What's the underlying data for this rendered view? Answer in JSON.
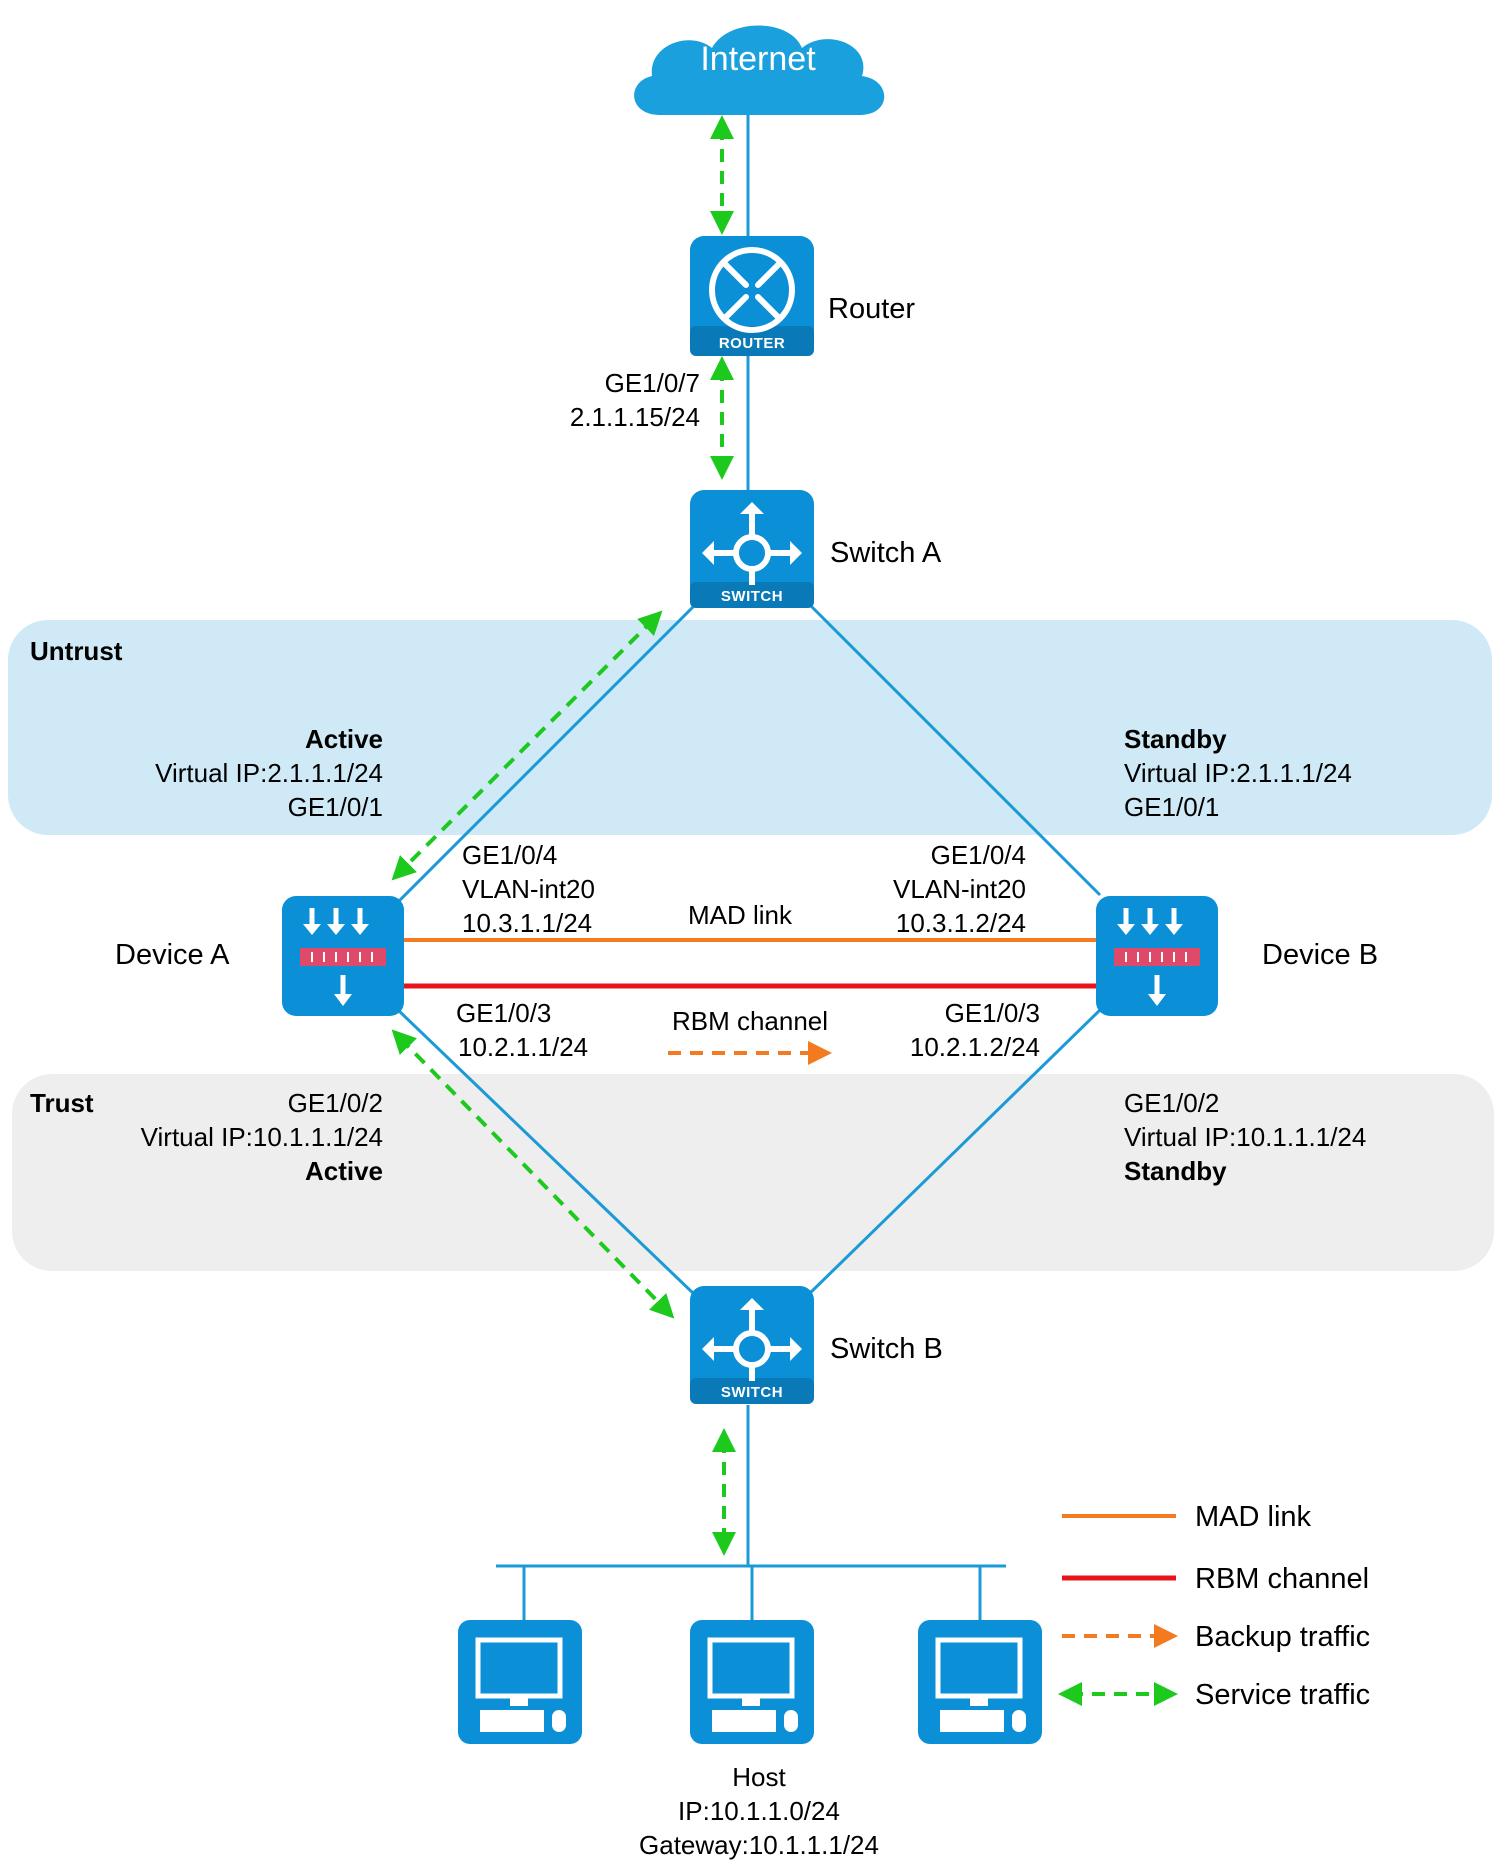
{
  "nodes": {
    "internet": {
      "label": "Internet"
    },
    "router": {
      "label": "Router",
      "badge": "ROUTER",
      "port": "GE1/0/7",
      "ip": "2.1.1.15/24"
    },
    "switch_a": {
      "label": "Switch A",
      "badge": "SWITCH"
    },
    "switch_b": {
      "label": "Switch B",
      "badge": "SWITCH"
    },
    "device_a": {
      "label": "Device A"
    },
    "device_b": {
      "label": "Device B"
    },
    "host": {
      "label": "Host",
      "ip": "IP:10.1.1.0/24",
      "gateway": "Gateway:10.1.1.1/24"
    }
  },
  "zones": {
    "untrust": {
      "label": "Untrust"
    },
    "trust": {
      "label": "Trust"
    }
  },
  "device_a_untrust": {
    "role": "Active",
    "vip": "Virtual IP:2.1.1.1/24",
    "port": "GE1/0/1"
  },
  "device_b_untrust": {
    "role": "Standby",
    "vip": "Virtual IP:2.1.1.1/24",
    "port": "GE1/0/1"
  },
  "device_a_trust": {
    "port": "GE1/0/2",
    "vip": "Virtual IP:10.1.1.1/24",
    "role": "Active"
  },
  "device_b_trust": {
    "port": "GE1/0/2",
    "vip": "Virtual IP:10.1.1.1/24",
    "role": "Standby"
  },
  "mad_a": {
    "port": "GE1/0/4",
    "vlan": "VLAN-int20",
    "ip": "10.3.1.1/24"
  },
  "mad_b": {
    "port": "GE1/0/4",
    "vlan": "VLAN-int20",
    "ip": "10.3.1.2/24"
  },
  "rbm_a": {
    "port": "GE1/0/3",
    "ip": "10.2.1.1/24"
  },
  "rbm_b": {
    "port": "GE1/0/3",
    "ip": "10.2.1.2/24"
  },
  "links": {
    "mad_link": "MAD link",
    "rbm_channel": "RBM channel"
  },
  "legend": {
    "mad_link": "MAD link",
    "rbm_channel": "RBM channel",
    "backup_traffic": "Backup traffic",
    "service_traffic": "Service traffic"
  },
  "colors": {
    "device_blue": "#0b8fd6",
    "link_blue": "#1b9ad6",
    "untrust_zone": "#cfeaf6",
    "trust_zone": "#eeeeee",
    "mad_orange": "#f47a20",
    "rbm_red": "#e8141c",
    "service_green": "#1ec91e",
    "firewall_red": "#e04a6a"
  }
}
